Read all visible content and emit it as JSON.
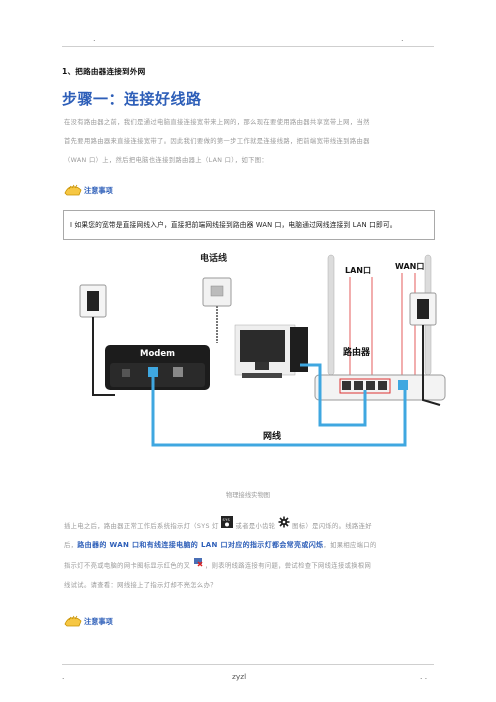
{
  "header": {
    "left_mark": ".",
    "right_mark": "."
  },
  "section": {
    "title": "1、把路由器连接到外网"
  },
  "step": {
    "title": "步骤一：连接好线路"
  },
  "intro": {
    "line1": "在没有路由器之前，我们是通过电脑直接连接宽带来上网的，那么现在要使用路由器共享宽带上网，当然",
    "line2": "首先要用路由器来直接连接宽带了。因此我们要做的第一步工作就是连接线路，把前端宽带线连到路由器",
    "line3": "（WAN 口）上，然后把电脑也连接到路由器上（LAN 口），如下图："
  },
  "notes": {
    "label1": "注意事项",
    "label2": "注意事项"
  },
  "tip": {
    "text": "Ⅰ 如果您的宽带是直接网线入户，直接把前端网线接到路由器 WAN 口，电脑通过网线连接到 LAN 口即可。"
  },
  "diagram": {
    "phone_line_label": "电话线",
    "lan_label": "LAN口",
    "wan_label": "WAN口",
    "modem_label": "Modem",
    "router_label": "路由器",
    "cable_label": "网线",
    "colors": {
      "cable_blue": "#3fa7e0",
      "cable_gray": "#555555",
      "brand_blue": "#2d5eb8"
    }
  },
  "caption": {
    "text": "物理接线实物图"
  },
  "body2": {
    "p1_a": "插上电之后，路由器正常工作后系统指示灯（SYS 灯",
    "sys_icon_label": "SYS",
    "p1_b": "或者是小齿轮",
    "p1_c": "图标）是闪烁的。线路连好",
    "p2_a": "后，",
    "p2_hl": "路由器的 WAN 口和有线连接电脑的 LAN 口对应的指示灯都会常亮或闪烁",
    "p2_b": "，如果相应端口的",
    "p3": "指示灯不亮或电脑的网卡图标显示红色的叉",
    "p3_b": "，则表明线路连接有问题，尝试检查下网线连接或换根网",
    "p4": "线试试。请查看：网线接上了指示灯却不亮怎么办？"
  },
  "footer": {
    "left": ".",
    "center": "zyzl",
    "right": ". ."
  }
}
